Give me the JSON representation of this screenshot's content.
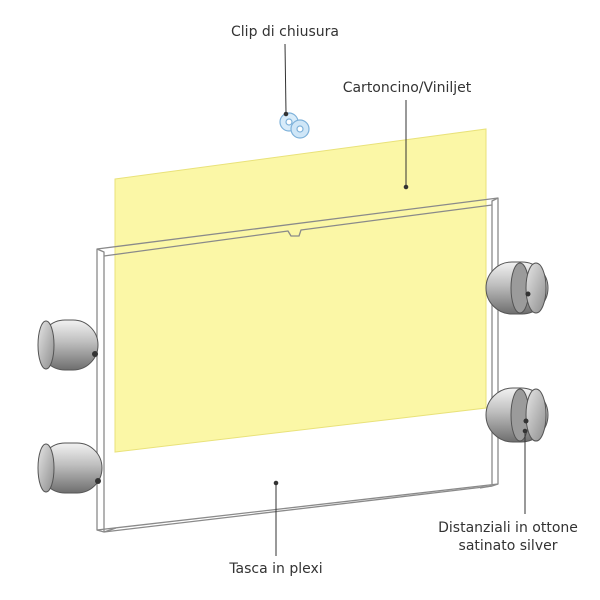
{
  "labels": {
    "clip": "Clip di chiusura",
    "card": "Cartoncino/Viniljet",
    "pocket": "Tasca in plexi",
    "spacers_line1": "Distanziali in ottone",
    "spacers_line2": "satinato silver"
  },
  "colors": {
    "card_fill": "#fbf7a6",
    "card_stroke": "#e9e27a",
    "plexi_stroke": "#8a8a8a",
    "spacer_body": "#c9c9c9",
    "spacer_shadow": "#7d7d7d",
    "clip_fill": "#cfe6f7",
    "clip_stroke": "#7fb2da",
    "leader": "#333333"
  },
  "icons": {
    "clip": "clip-icon",
    "spacer": "spacer-icon"
  }
}
